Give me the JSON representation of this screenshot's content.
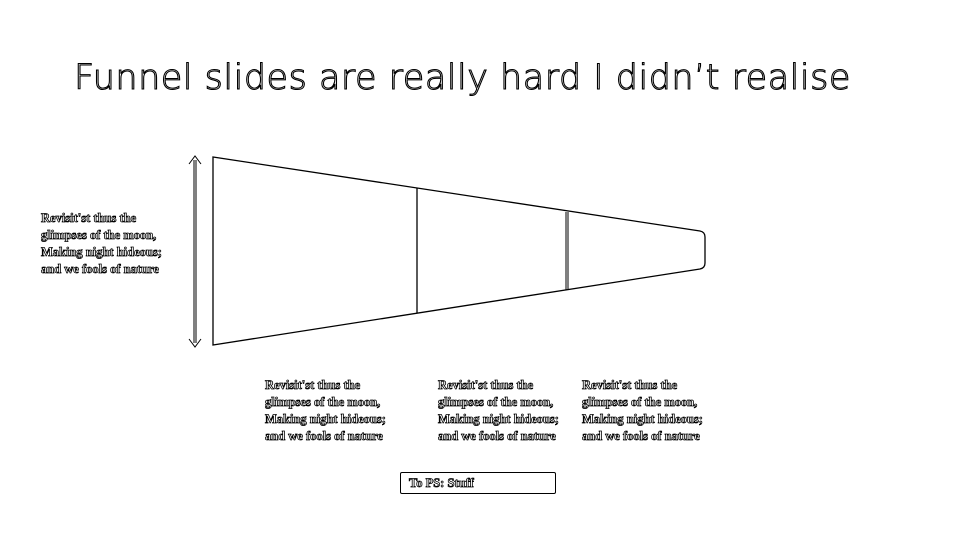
{
  "title": "Funnel slides are really hard I didn’t realise",
  "funnel": {
    "side_caption": "Revisit'st thus the\nglimpses of the moon,\nMaking night hideous;\nand we fools of nature",
    "stage_captions": [
      "Revisit'st thus the\nglimpses of the moon,\nMaking night hideous;\nand we fools of nature",
      "Revisit'st thus the\nglimpses of the moon,\nMaking night hideous;\nand we fools of nature",
      "Revisit'st thus the\nglimpses of the moon,\nMaking night hideous;\nand we fools of nature"
    ],
    "stage_count": 3
  },
  "note_label": "To PS: Stuff"
}
